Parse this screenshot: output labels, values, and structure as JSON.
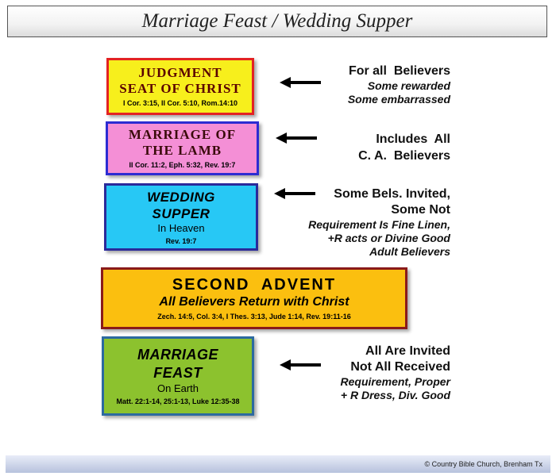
{
  "header": {
    "title": "Marriage Feast / Wedding Supper"
  },
  "boxes": [
    {
      "title_line1": "JUDGMENT",
      "title_line2": "SEAT OF CHRIST",
      "ref": "I Cor. 3:15, II Cor. 5:10, Rom.14:10",
      "bg": "#f7ef1c",
      "border": "#e32222"
    },
    {
      "title_line1": "MARRIAGE OF",
      "title_line2": "THE LAMB",
      "ref": "II Cor. 11:2,  Eph. 5:32, Rev. 19:7",
      "bg": "#f48fd6",
      "border": "#2c2cd2"
    },
    {
      "title_line1": "WEDDING",
      "title_line2": "SUPPER",
      "subtitle": "In Heaven",
      "ref": "Rev. 19:7",
      "bg": "#27c8f5",
      "border": "#2a2a9a"
    },
    {
      "title": "SECOND  ADVENT",
      "subtitle": "All Believers Return with Christ",
      "ref": "Zech. 14:5, Col. 3:4, I Thes. 3:13, Jude 1:14, Rev. 19:11-16",
      "bg": "#fbbf0f",
      "border": "#8a1a1a"
    },
    {
      "title_line1": "MARRIAGE",
      "title_line2": "FEAST",
      "subtitle": "On Earth",
      "ref": "Matt. 22:1-14, 25:1-13, Luke 12:35-38",
      "bg": "#8cc22e",
      "border": "#2c6aa0"
    }
  ],
  "notes": [
    {
      "line1": "For all  Believers",
      "line2": "Some rewarded",
      "line3": "Some embarrassed"
    },
    {
      "line1": "Includes  All",
      "line2": "C. A.  Believers"
    },
    {
      "line1": "Some Bels. Invited,",
      "line2": "Some Not",
      "line3": "Requirement Is Fine Linen,",
      "line4": "+R acts or Divine Good",
      "line5": "Adult Believers"
    },
    {
      "line1": "All Are Invited",
      "line2": "Not All Received",
      "line3": "Requirement, Proper",
      "line4": "+ R Dress, Div. Good"
    }
  ],
  "footer": {
    "copyright": "© Country Bible Church, Brenham Tx"
  }
}
